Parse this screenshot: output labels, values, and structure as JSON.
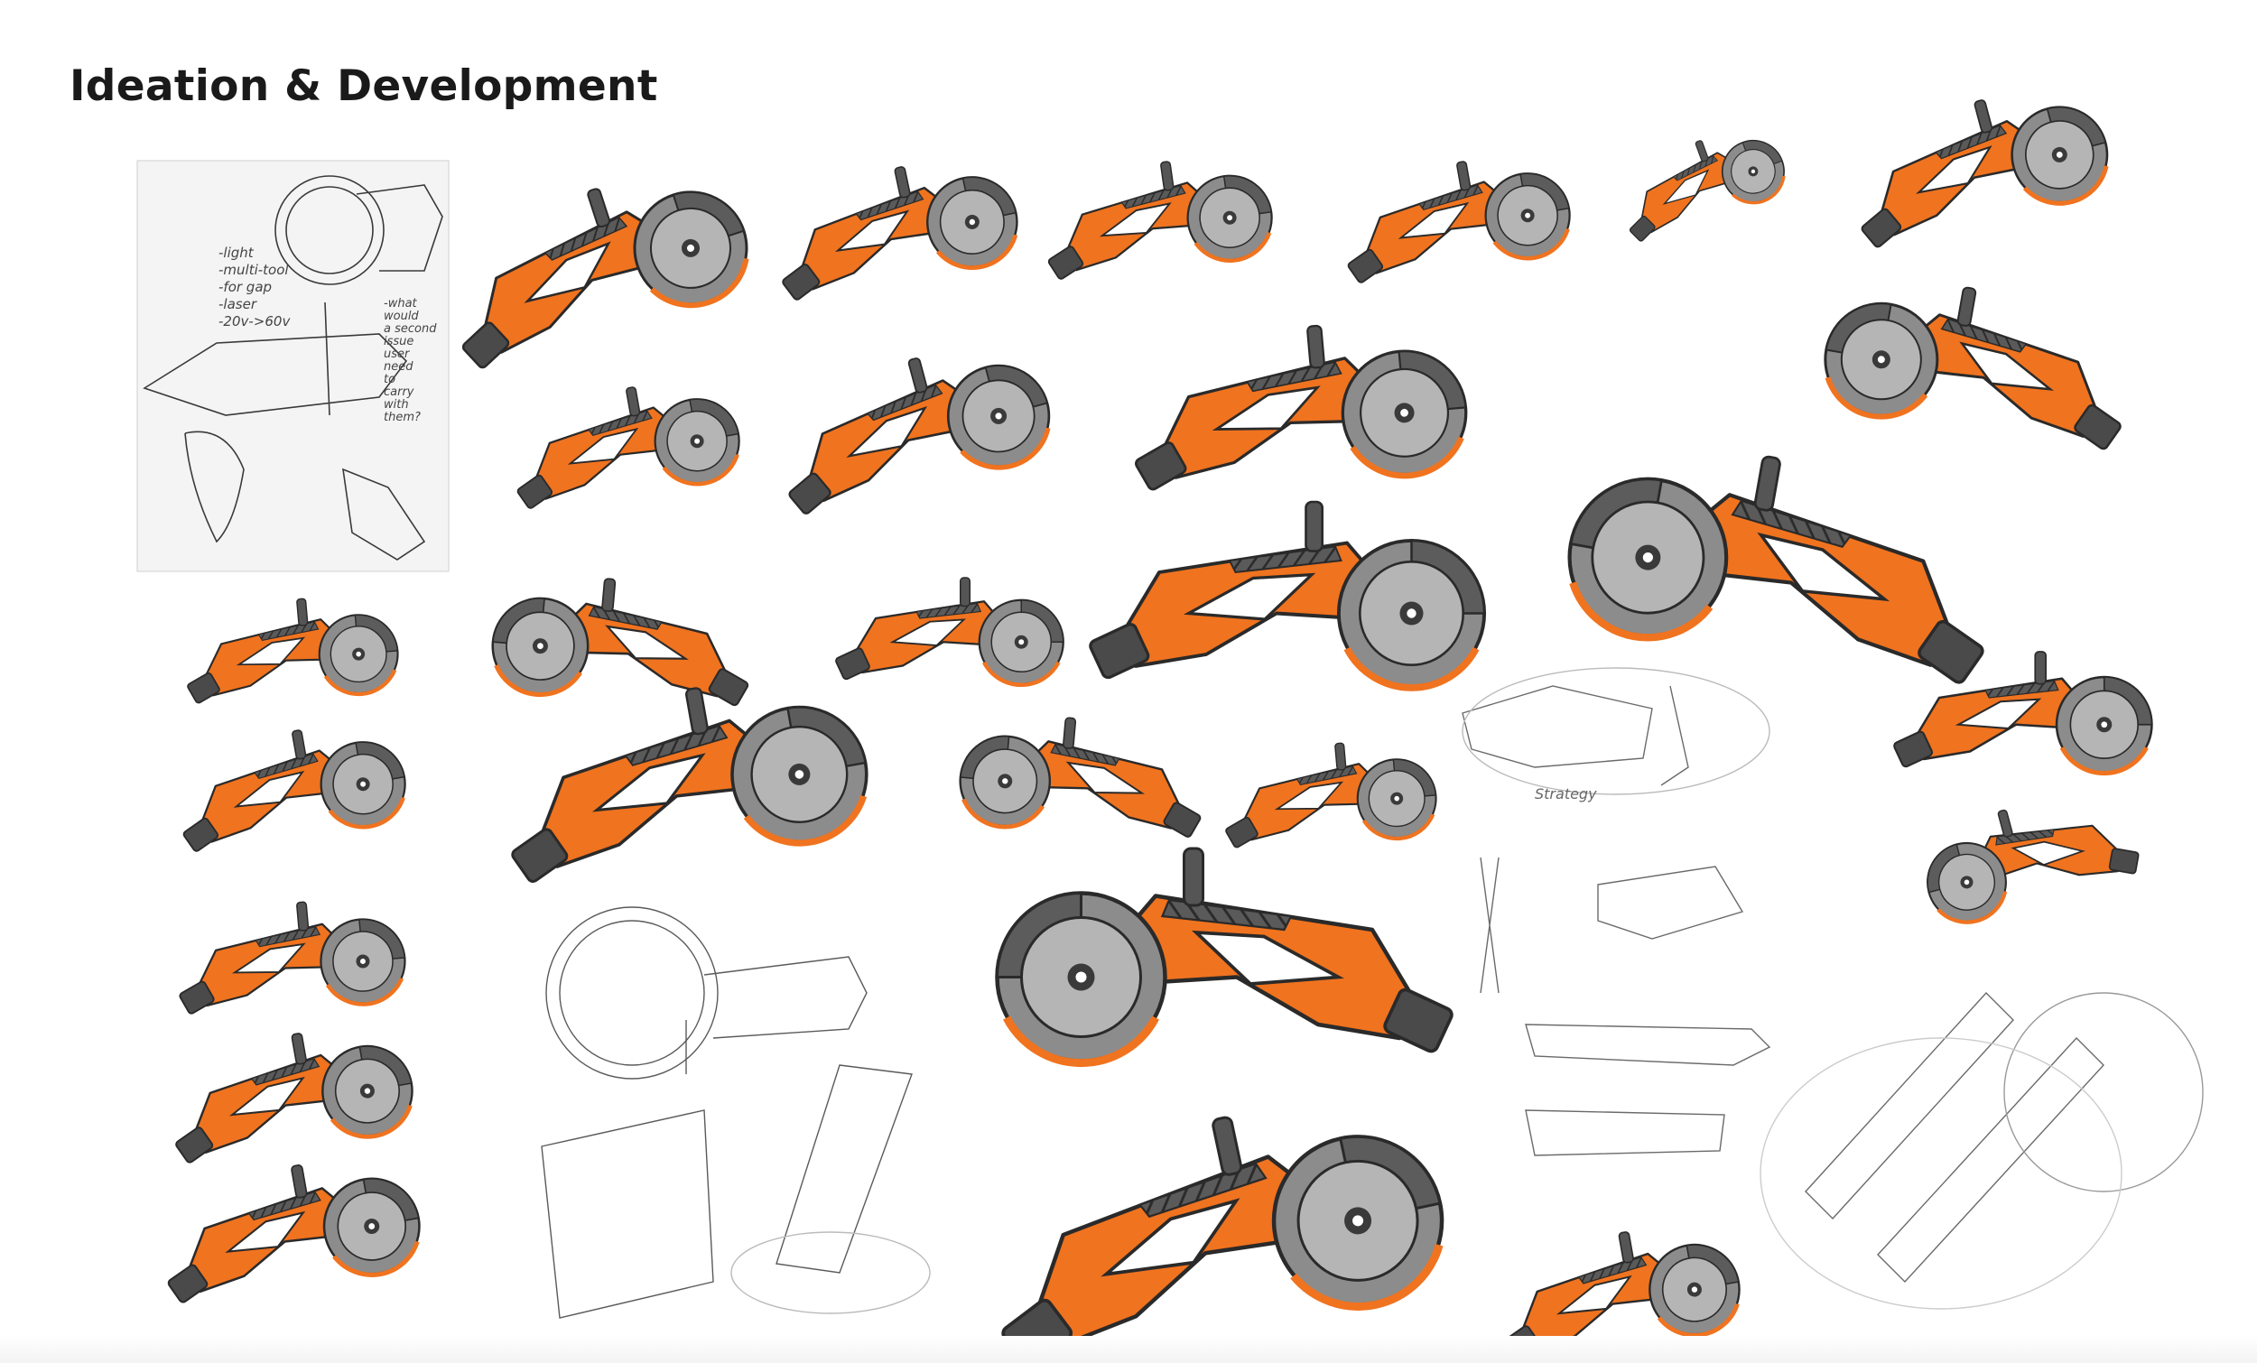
{
  "header": {
    "title": "Ideation & Development"
  },
  "colors": {
    "accent": "#f0731f",
    "accent_dark": "#c95a12",
    "ink": "#2a2a2a",
    "gray": "#8c8c8c",
    "gray_light": "#b5b5b5",
    "paper": "#f4f4f4"
  },
  "annotations": {
    "note_left": [
      "-light",
      "-multi-tool",
      "-for gap",
      "-laser",
      "-20v->60v"
    ],
    "note_right": [
      "-what",
      "would",
      "a second",
      "issue",
      "user",
      "need",
      "to",
      "carry",
      "with",
      "them?"
    ],
    "sketch_label": "Strategy"
  },
  "icons": [
    "saw-blade-icon",
    "handle-icon",
    "battery-icon",
    "grip-icon"
  ]
}
